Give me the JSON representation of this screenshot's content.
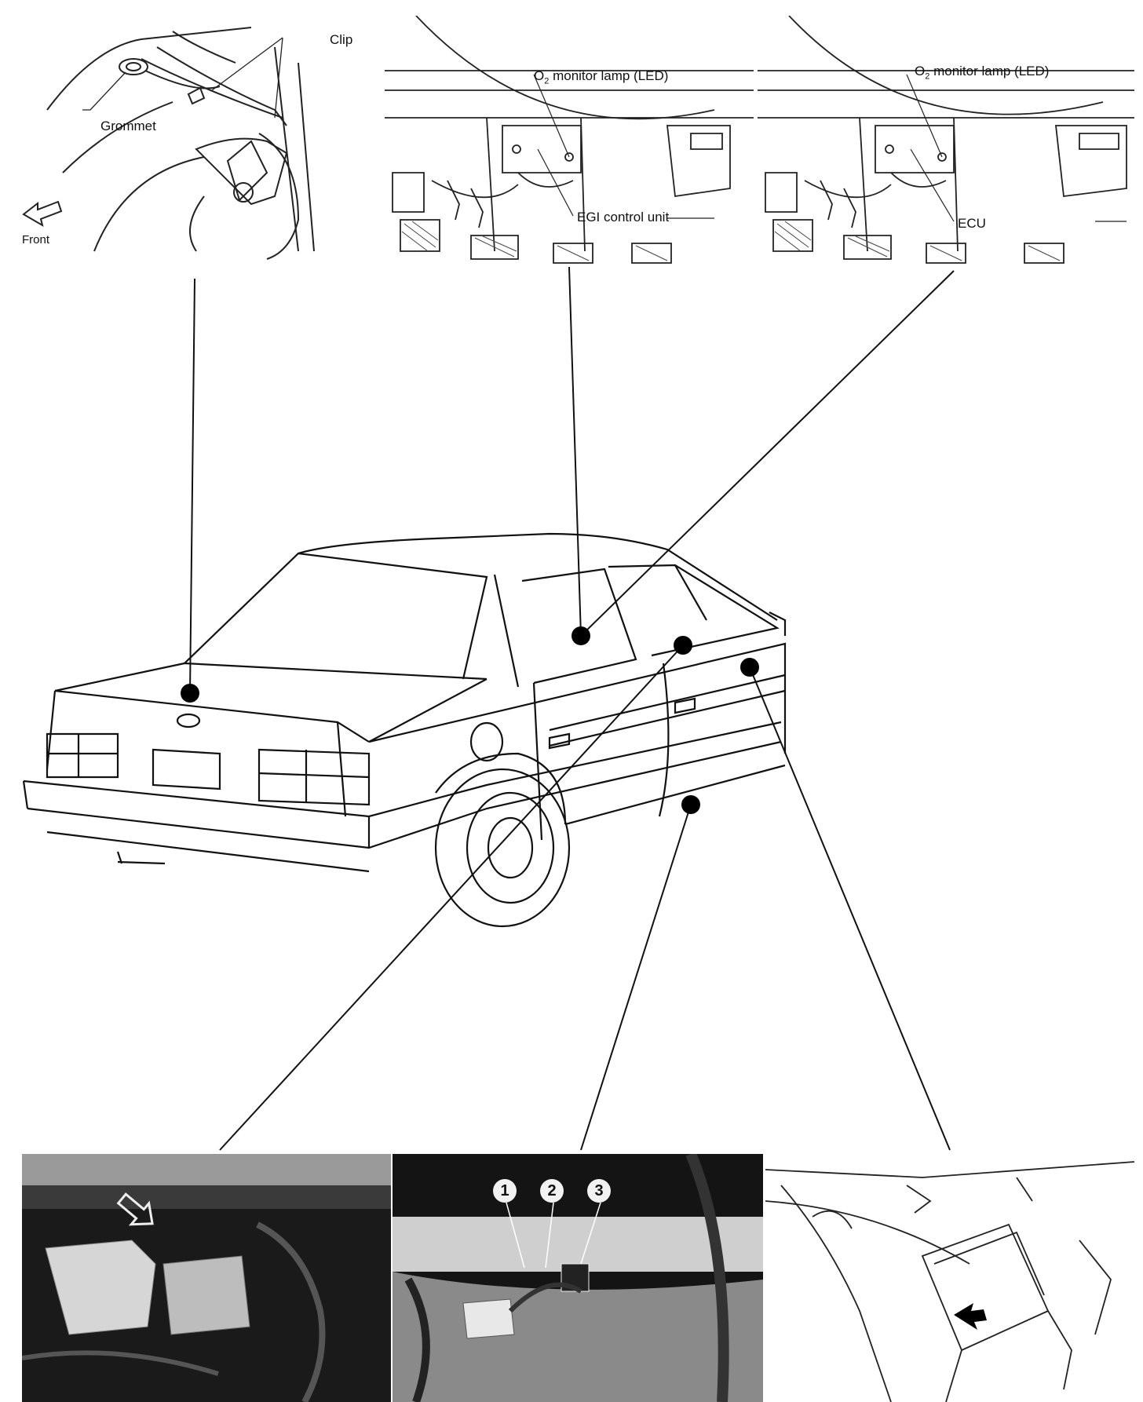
{
  "labels": {
    "clip": "Clip",
    "grommet": "Grommet",
    "front": "Front",
    "o2_lamp_1_pre": "O",
    "o2_lamp_1_sub": "2",
    "o2_lamp_1_post": " monitor lamp (LED)",
    "egi_control_unit": "EGI control unit",
    "o2_lamp_2_pre": "O",
    "o2_lamp_2_sub": "2",
    "o2_lamp_2_post": " monitor lamp (LED)",
    "ecu": "ECU"
  },
  "callouts": [
    "1",
    "2",
    "3"
  ]
}
